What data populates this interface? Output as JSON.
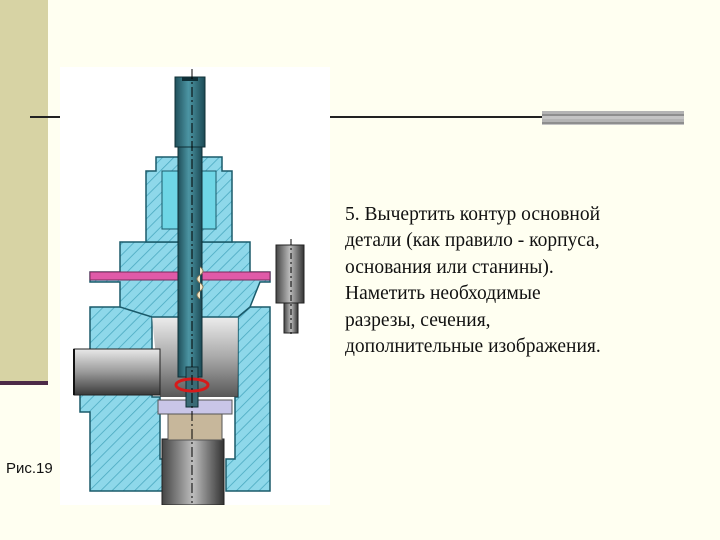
{
  "slide": {
    "figure_label": "Рис.19",
    "text": "5. Вычертить контур основной\nдетали (как правило - корпуса,\nоснования или станины).\nНаметить необходимые\nразрезы, сечения,\nдополнительные изображения."
  },
  "colors": {
    "background": "#fffff1",
    "left_band": "#d7d3a4",
    "left_band_line": "#4c2a47",
    "body_section": "#8ed8ea",
    "shaft": "#2f6f7d",
    "gasket": "#e05aa8"
  },
  "figure": {
    "description_icon": "valve-cross-section-drawing"
  }
}
